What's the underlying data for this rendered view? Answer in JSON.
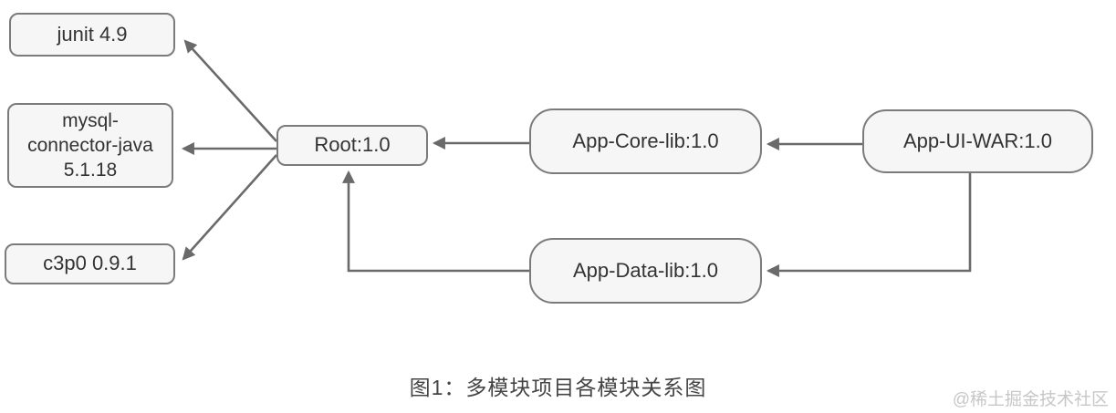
{
  "diagram": {
    "caption": "图1：多模块项目各模块关系图",
    "watermark": "@稀土掘金技术社区",
    "colors": {
      "node_fill": "#f6f6f6",
      "node_border": "#7b7b7b",
      "edge_line": "#6a6a6a",
      "node_text": "#333333",
      "caption_text": "#454545",
      "watermark_text": "#c7c7c7"
    },
    "nodes": [
      {
        "id": "junit",
        "label": "junit 4.9"
      },
      {
        "id": "mysql-connector-java",
        "label": "mysql-connector-java 5.1.18",
        "lines": [
          "mysql-",
          "connector-java",
          "5.1.18"
        ]
      },
      {
        "id": "c3p0",
        "label": "c3p0 0.9.1"
      },
      {
        "id": "root",
        "label": "Root:1.0"
      },
      {
        "id": "app-core-lib",
        "label": "App-Core-lib:1.0"
      },
      {
        "id": "app-data-lib",
        "label": "App-Data-lib:1.0"
      },
      {
        "id": "app-ui-war",
        "label": "App-UI-WAR:1.0"
      }
    ],
    "edges": [
      {
        "from": "Root:1.0",
        "to": "junit 4.9"
      },
      {
        "from": "Root:1.0",
        "to": "mysql-connector-java 5.1.18"
      },
      {
        "from": "Root:1.0",
        "to": "c3p0 0.9.1"
      },
      {
        "from": "App-Core-lib:1.0",
        "to": "Root:1.0"
      },
      {
        "from": "App-UI-WAR:1.0",
        "to": "App-Core-lib:1.0"
      },
      {
        "from": "App-Data-lib:1.0",
        "to": "Root:1.0"
      },
      {
        "from": "App-UI-WAR:1.0",
        "to": "App-Data-lib:1.0"
      }
    ]
  }
}
